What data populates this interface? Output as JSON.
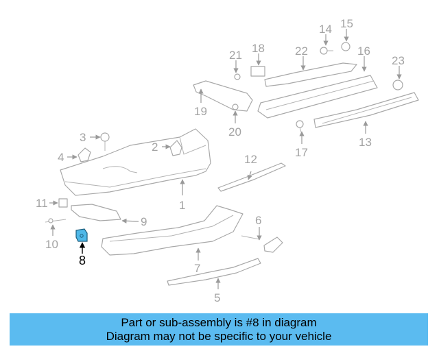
{
  "callouts": {
    "c1": "1",
    "c2": "2",
    "c3": "3",
    "c4": "4",
    "c5": "5",
    "c6": "6",
    "c7": "7",
    "c8": "8",
    "c9": "9",
    "c10": "10",
    "c11": "11",
    "c12": "12",
    "c13": "13",
    "c14": "14",
    "c15": "15",
    "c16": "16",
    "c17": "17",
    "c18": "18",
    "c19": "19",
    "c20": "20",
    "c21": "21",
    "c22": "22",
    "c23": "23"
  },
  "highlighted_part": "8",
  "banner": {
    "line1": "Part or sub-assembly is #8 in diagram",
    "line2": "Diagram may not be specific to your vehicle"
  },
  "colors": {
    "banner_bg": "#5bbbf0",
    "highlight_fill": "#4fb8e8",
    "line_gray": "#a8a8a8"
  }
}
